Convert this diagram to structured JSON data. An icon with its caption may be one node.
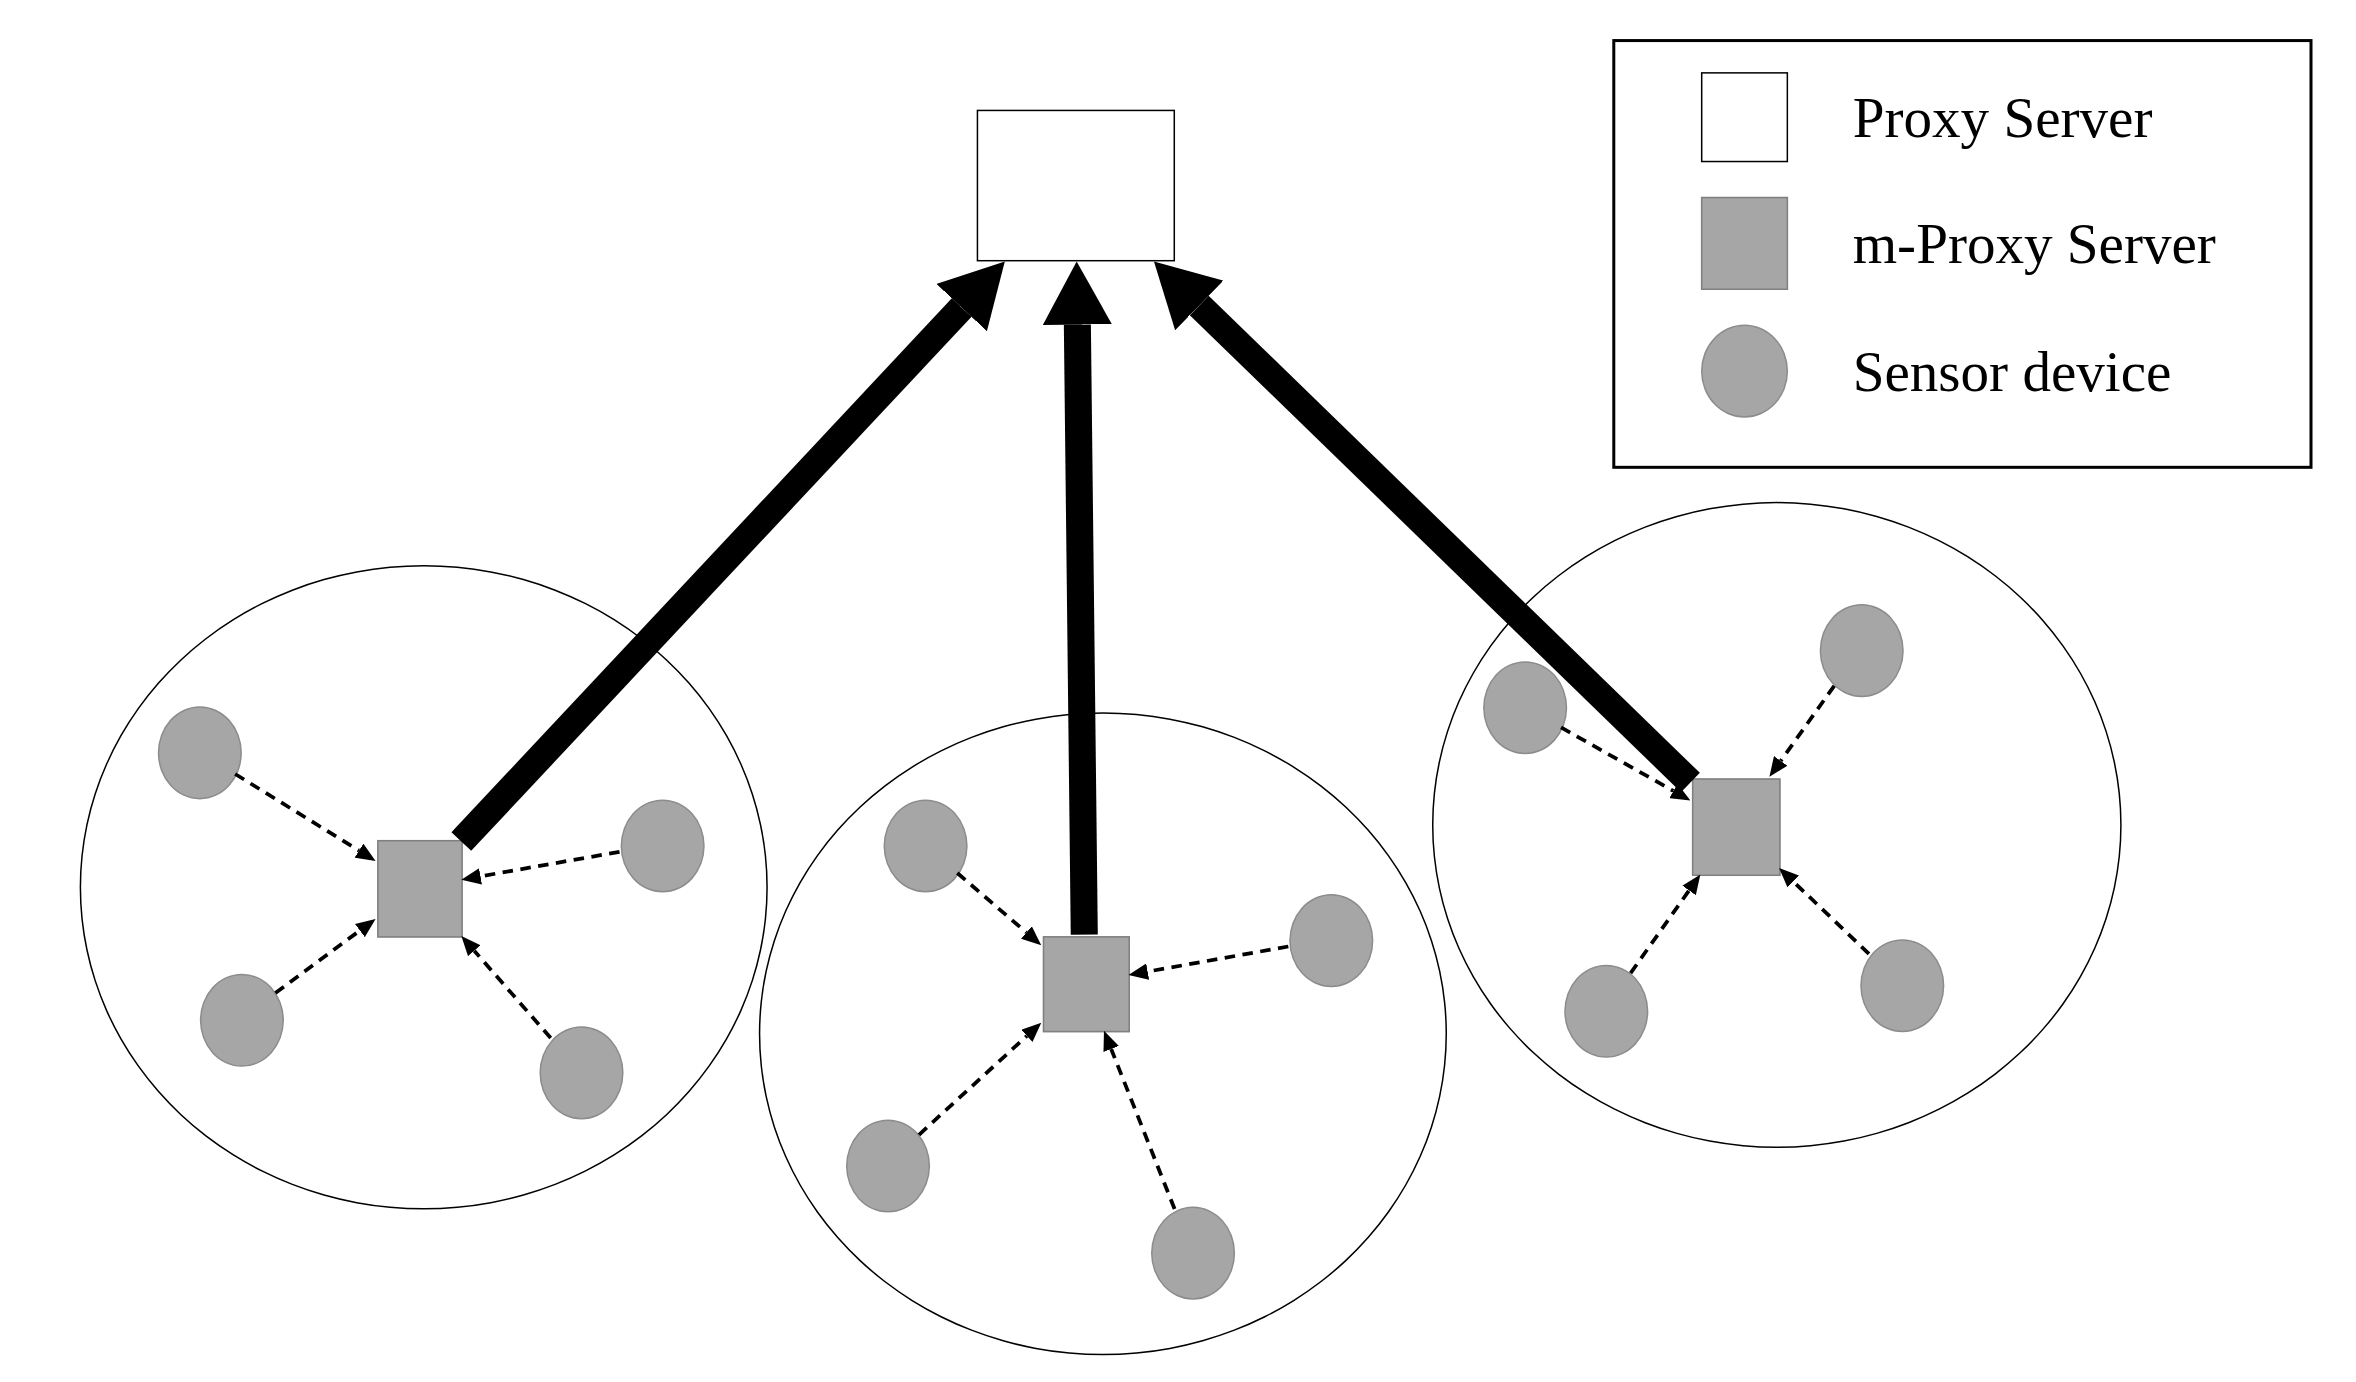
{
  "diagram": {
    "nodes": [
      {
        "text": [],
        "shape": "box"
      },
      {
        "text": [],
        "shape": "circle"
      },
      {
        "text": [],
        "shape": "box",
        "in": 1
      },
      {
        "text": [],
        "shape": "circle",
        "in": 1
      },
      {
        "text": [],
        "shape": "circle",
        "in": 1
      },
      {
        "text": [],
        "shape": "circle",
        "in": 1
      },
      {
        "text": [],
        "shape": "circle",
        "in": 1
      },
      {
        "text": [],
        "shape": "circle"
      },
      {
        "text": [],
        "shape": "box",
        "in": 7
      },
      {
        "text": [],
        "shape": "circle",
        "in": 7
      },
      {
        "text": [],
        "shape": "circle",
        "in": 7
      },
      {
        "text": [],
        "shape": "circle",
        "in": 7
      },
      {
        "text": [],
        "shape": "circle",
        "in": 7
      },
      {
        "text": [],
        "shape": "circle"
      },
      {
        "text": [],
        "shape": "box",
        "in": 13
      },
      {
        "text": [],
        "shape": "circle",
        "in": 13
      },
      {
        "text": [],
        "shape": "circle",
        "in": 13
      },
      {
        "text": [],
        "shape": "circle",
        "in": 13
      },
      {
        "text": [],
        "shape": "circle",
        "in": 13
      }
    ],
    "edges": [
      {
        "from": 2,
        "to": 0,
        "arrow": "to",
        "style": "thick"
      },
      {
        "from": 8,
        "to": 0,
        "arrow": "to",
        "style": "thick"
      },
      {
        "from": 14,
        "to": 0,
        "arrow": "to",
        "style": "thick"
      },
      {
        "from": 3,
        "to": 2,
        "arrow": "to",
        "style": "dashed"
      },
      {
        "from": 4,
        "to": 2,
        "arrow": "to",
        "style": "dashed"
      },
      {
        "from": 5,
        "to": 2,
        "arrow": "to",
        "style": "dashed"
      },
      {
        "from": 6,
        "to": 2,
        "arrow": "to",
        "style": "dashed"
      },
      {
        "from": 9,
        "to": 8,
        "arrow": "to",
        "style": "dashed"
      },
      {
        "from": 10,
        "to": 8,
        "arrow": "to",
        "style": "dashed"
      },
      {
        "from": 11,
        "to": 8,
        "arrow": "to",
        "style": "dashed"
      },
      {
        "from": 12,
        "to": 8,
        "arrow": "to",
        "style": "dashed"
      },
      {
        "from": 15,
        "to": 14,
        "arrow": "to",
        "style": "dashed"
      },
      {
        "from": 16,
        "to": 14,
        "arrow": "to",
        "style": "dashed"
      },
      {
        "from": 17,
        "to": 14,
        "arrow": "to",
        "style": "dashed"
      },
      {
        "from": 18,
        "to": 14,
        "arrow": "to",
        "style": "dashed"
      }
    ],
    "legend": [
      {
        "text": "Proxy Server"
      },
      {
        "text": "m-Proxy Server"
      },
      {
        "text": "Sensor device"
      }
    ]
  }
}
